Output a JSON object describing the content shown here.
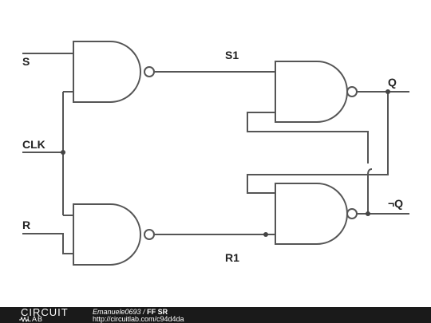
{
  "labels": {
    "s": "S",
    "clk": "CLK",
    "r": "R",
    "s1": "S1",
    "r1": "R1",
    "q": "Q",
    "not_q": "¬Q"
  },
  "footer": {
    "logo_top": "CIRCUIT",
    "logo_bottom": "LAB",
    "author": "Emanuele0693",
    "separator": " / ",
    "title": "FF SR",
    "url": "http://circuitlab.com/c94d4da"
  }
}
